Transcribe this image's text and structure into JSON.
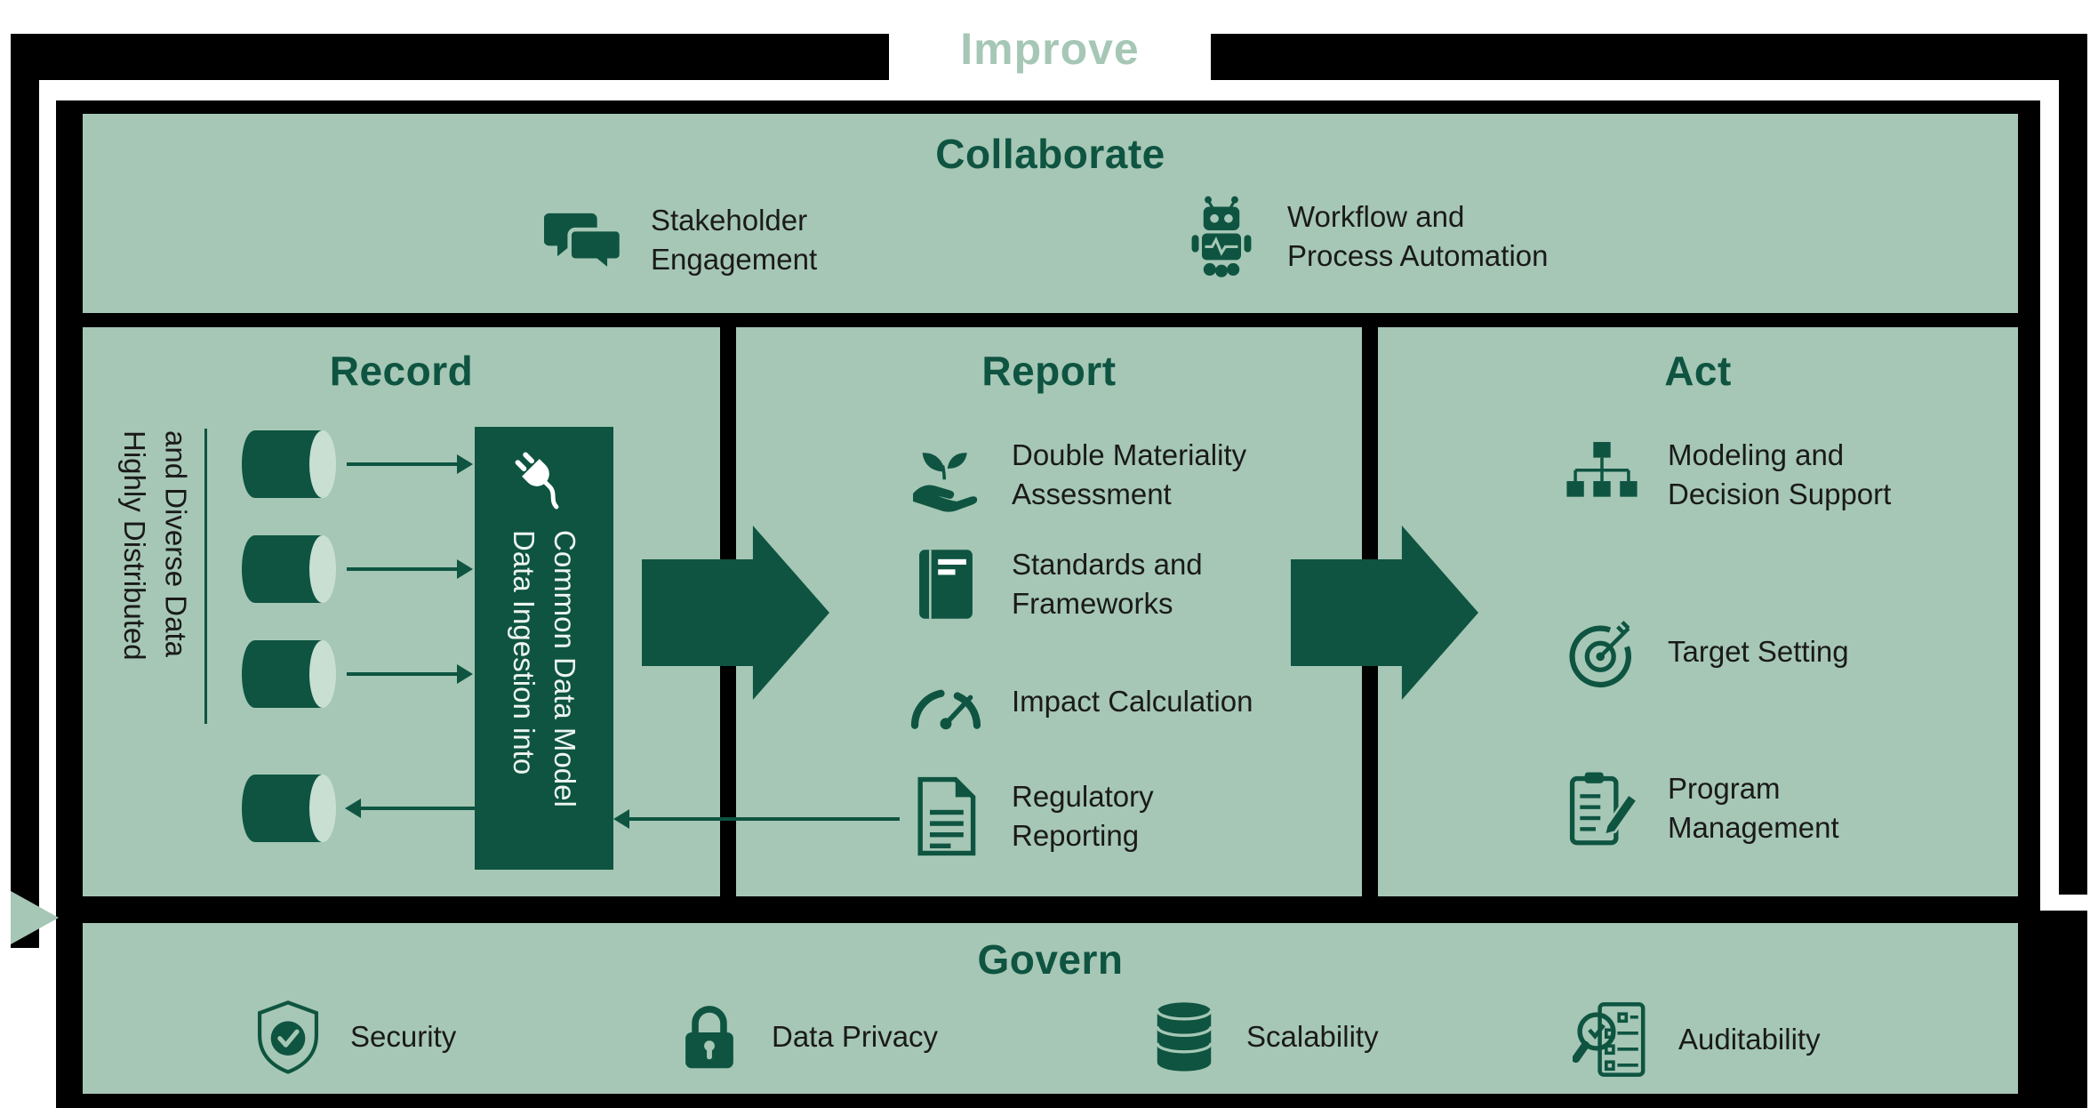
{
  "frame": {
    "improve_label": "Improve"
  },
  "collaborate": {
    "title": "Collaborate",
    "items": [
      {
        "icon": "chat-bubbles",
        "label": "Stakeholder\nEngagement"
      },
      {
        "icon": "robot",
        "label": "Workflow and\nProcess Automation"
      }
    ]
  },
  "record": {
    "title": "Record",
    "data_sources_label": "Highly Distributed\nand Diverse Data",
    "ingestion_label": "Data Ingestion into\nCommon Data Model"
  },
  "report": {
    "title": "Report",
    "items": [
      {
        "icon": "sprout-hand",
        "label": "Double Materiality\nAssessment"
      },
      {
        "icon": "book",
        "label": "Standards and\nFrameworks"
      },
      {
        "icon": "gauge",
        "label": "Impact Calculation"
      },
      {
        "icon": "document",
        "label": "Regulatory\nReporting"
      }
    ]
  },
  "act": {
    "title": "Act",
    "items": [
      {
        "icon": "hierarchy",
        "label": "Modeling and\nDecision Support"
      },
      {
        "icon": "target",
        "label": "Target Setting"
      },
      {
        "icon": "clipboard-pencil",
        "label": "Program\nManagement"
      }
    ]
  },
  "govern": {
    "title": "Govern",
    "items": [
      {
        "icon": "shield-check",
        "label": "Security"
      },
      {
        "icon": "lock",
        "label": "Data Privacy"
      },
      {
        "icon": "database",
        "label": "Scalability"
      },
      {
        "icon": "magnifier-checklist",
        "label": "Auditability"
      }
    ]
  },
  "colors": {
    "dark_green": "#0E5441",
    "sage": "#A6C7B6",
    "black": "#000000",
    "white": "#FFFFFF"
  }
}
